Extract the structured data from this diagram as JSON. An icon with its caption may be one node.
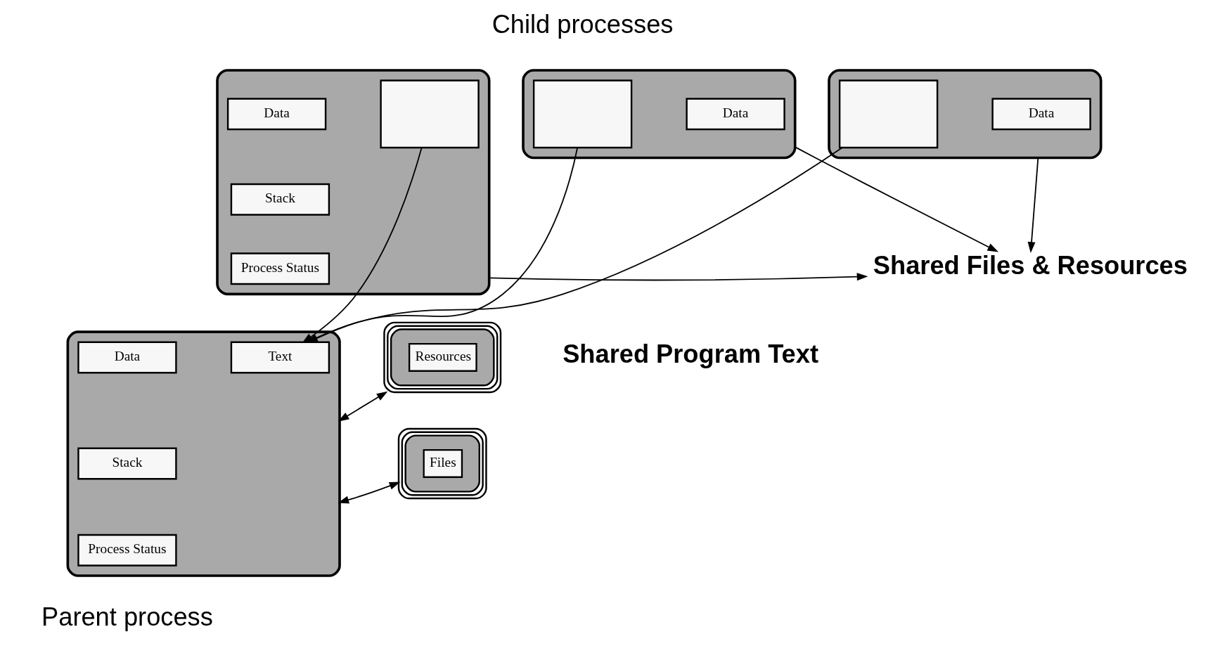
{
  "diagram": {
    "nodes": [
      {
        "text": [],
        "shape": "box"
      },
      {
        "text": [],
        "shape": "box",
        "in": 0
      },
      {
        "text": [
          "Data"
        ],
        "in": 0
      },
      {
        "text": [],
        "shape": "box"
      },
      {
        "text": [],
        "shape": "box",
        "in": 3
      },
      {
        "text": [
          "Data"
        ],
        "in": 3
      },
      {
        "text": [],
        "shape": "box"
      },
      {
        "text": [],
        "shape": "box",
        "in": 6
      },
      {
        "text": [
          "Data"
        ],
        "in": 6
      },
      {
        "text": [
          "Stack"
        ],
        "in": 6
      },
      {
        "text": [
          "Process Status"
        ],
        "in": 6
      },
      {
        "text": [],
        "shape": "box"
      },
      {
        "text": [
          "Text"
        ],
        "in": 11
      },
      {
        "text": [
          "Data"
        ],
        "in": 11
      },
      {
        "text": [
          "Stack"
        ],
        "in": 11
      },
      {
        "text": [
          "Process Status"
        ],
        "in": 11
      },
      {
        "text": [
          "Resources"
        ]
      },
      {
        "text": [
          "Files"
        ]
      },
      {
        "text": [
          "Shared Files & Resources"
        ]
      }
    ],
    "edges": [
      {
        "from": 1,
        "to": 12,
        "arrow": "to"
      },
      {
        "from": 4,
        "to": 12,
        "arrow": "to"
      },
      {
        "from": 7,
        "to": 12,
        "arrow": "to"
      },
      {
        "from": 0,
        "to": 18,
        "arrow": "to"
      },
      {
        "from": 3,
        "to": 18,
        "arrow": "to"
      },
      {
        "from": 6,
        "to": 18,
        "arrow": "to"
      },
      {
        "from": 11,
        "to": 16,
        "arrow": "both"
      },
      {
        "from": 11,
        "to": 17,
        "arrow": "both"
      }
    ],
    "labels": [
      "Child processes",
      "Shared Program Text",
      "Parent process"
    ]
  }
}
